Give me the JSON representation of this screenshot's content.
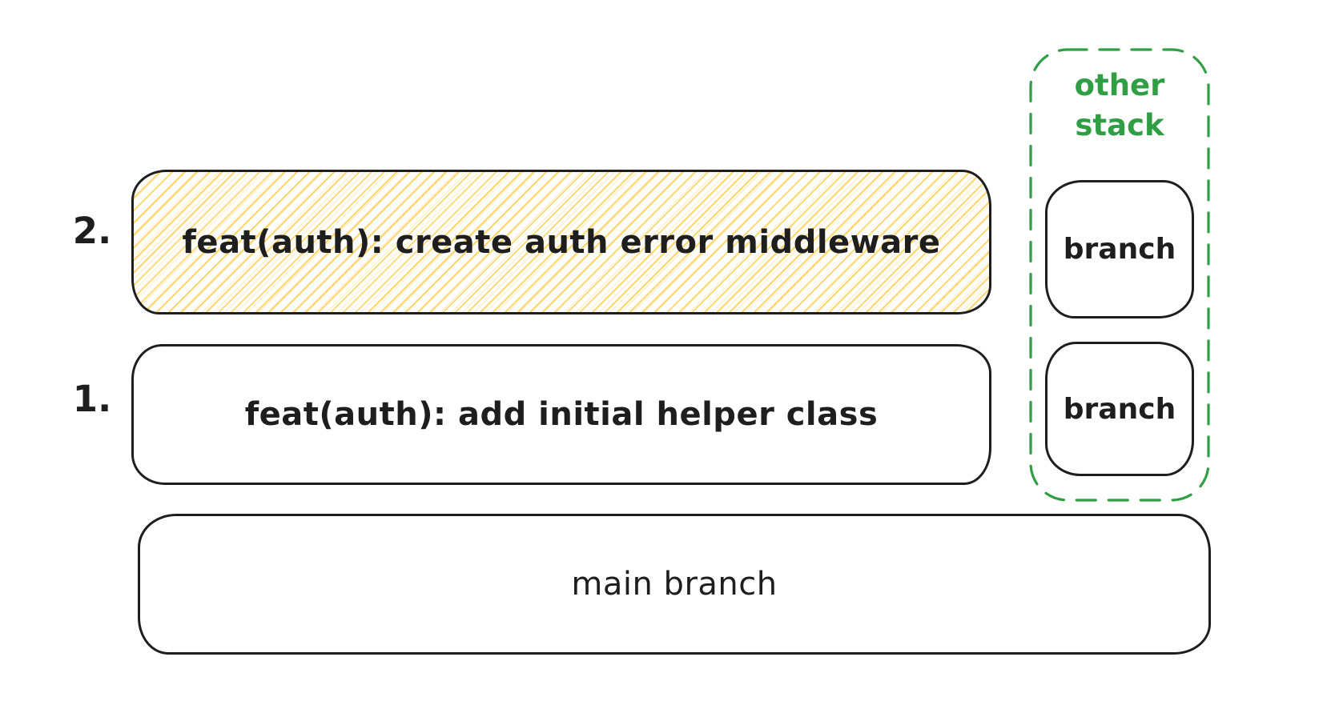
{
  "diagram": {
    "rows": [
      {
        "index": "2.",
        "label": "feat(auth): create auth error middleware",
        "highlighted": true
      },
      {
        "index": "1.",
        "label": "feat(auth): add initial helper class",
        "highlighted": false
      }
    ],
    "main_branch_label": "main branch",
    "other_stack": {
      "title": "other stack",
      "branches": [
        "branch",
        "branch"
      ]
    },
    "colors": {
      "stroke": "#1e1e1e",
      "highlight_hatch": "#ffcb47",
      "stack_green": "#2f9e44",
      "background": "#ffffff"
    }
  }
}
